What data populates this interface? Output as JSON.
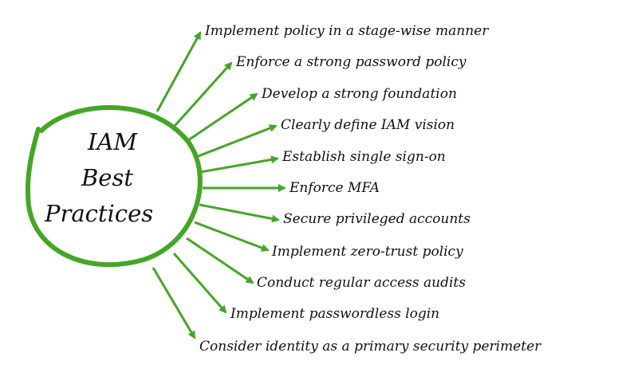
{
  "hub": {
    "line1": "IAM",
    "line2": "Best",
    "line3": "Practices",
    "color": "#45a527"
  },
  "arrow_color": "#45a527",
  "items": [
    "Implement policy in a stage-wise manner",
    "Enforce a strong password policy",
    "Develop a strong foundation",
    "Clearly define IAM vision",
    "Establish single sign-on",
    "Enforce MFA",
    "Secure privileged accounts",
    "Implement zero-trust policy",
    "Conduct regular access audits",
    "Implement passwordless login",
    "Consider  identity as a primary security perimeter"
  ]
}
